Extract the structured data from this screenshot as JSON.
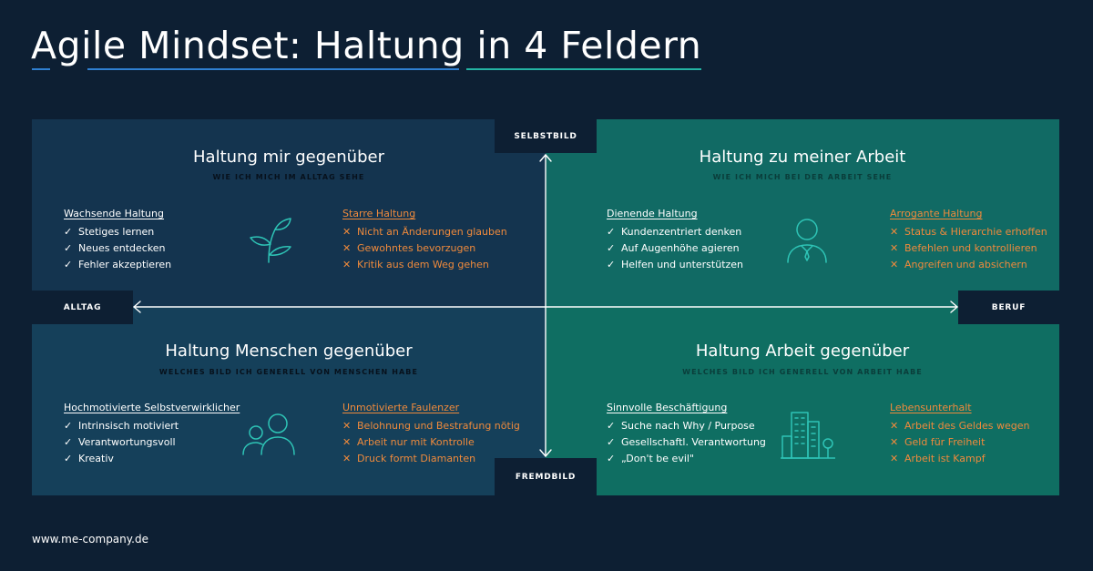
{
  "title": "Agile Mindset: Haltung in 4 Feldern",
  "axis_labels": {
    "top": "SELBSTBILD",
    "bottom": "FREMDBILD",
    "left": "ALLTAG",
    "right": "BERUF"
  },
  "quadrants": {
    "top_left": {
      "title": "Haltung mir gegenüber",
      "subtitle": "WIE ICH MICH IM ALLTAG SEHE",
      "positive": {
        "heading": "Wachsende Haltung",
        "items": [
          "Stetiges lernen",
          "Neues entdecken",
          "Fehler akzeptieren"
        ]
      },
      "negative": {
        "heading": "Starre Haltung",
        "items": [
          "Nicht an Änderungen glauben",
          "Gewohntes bevorzugen",
          "Kritik aus dem Weg gehen"
        ]
      },
      "icon": "plant-sprout-icon"
    },
    "top_right": {
      "title": "Haltung zu meiner Arbeit",
      "subtitle": "WIE ICH MICH BEI DER ARBEIT SEHE",
      "positive": {
        "heading": "Dienende Haltung",
        "items": [
          "Kundenzentriert denken",
          "Auf Augenhöhe agieren",
          "Helfen und unterstützen"
        ]
      },
      "negative": {
        "heading": "Arrogante Haltung",
        "items": [
          "Status & Hierarchie erhoffen",
          "Befehlen und kontrollieren",
          "Angreifen und absichern"
        ]
      },
      "icon": "businessman-icon"
    },
    "bottom_left": {
      "title": "Haltung Menschen gegenüber",
      "subtitle": "WELCHES BILD ICH GENERELL VON MENSCHEN HABE",
      "positive": {
        "heading": "Hochmotivierte Selbstverwirklicher",
        "items": [
          "Intrinsisch motiviert",
          "Verantwortungsvoll",
          "Kreativ"
        ]
      },
      "negative": {
        "heading": "Unmotivierte Faulenzer",
        "items": [
          "Belohnung und Bestrafung nötig",
          "Arbeit nur mit Kontrolle",
          "Druck formt Diamanten"
        ]
      },
      "icon": "people-icon"
    },
    "bottom_right": {
      "title": "Haltung Arbeit gegenüber",
      "subtitle": "WELCHES BILD ICH GENERELL VON ARBEIT HABE",
      "positive": {
        "heading": "Sinnvolle Beschäftigung",
        "items": [
          "Suche nach Why / Purpose",
          "Gesellschaftl. Verantwortung",
          "„Don't be evil\""
        ]
      },
      "negative": {
        "heading": "Lebensunterhalt",
        "items": [
          "Arbeit des Geldes wegen",
          "Geld für Freiheit",
          "Arbeit ist Kampf"
        ]
      },
      "icon": "city-buildings-icon"
    }
  },
  "marks": {
    "positive": "✓",
    "negative": "✕"
  },
  "footer": "www.me-company.de",
  "colors": {
    "background": "#0d1f33",
    "quadrant_top_left": "#14344f",
    "quadrant_bottom_left": "#15405a",
    "quadrant_top_right": "#116a64",
    "quadrant_bottom_right": "#0f6e62",
    "negative_accent": "#ef8a3c",
    "icon_accent": "#2ec4b6",
    "underline_blue": "#2f7fd0",
    "underline_teal": "#23b3a3"
  }
}
